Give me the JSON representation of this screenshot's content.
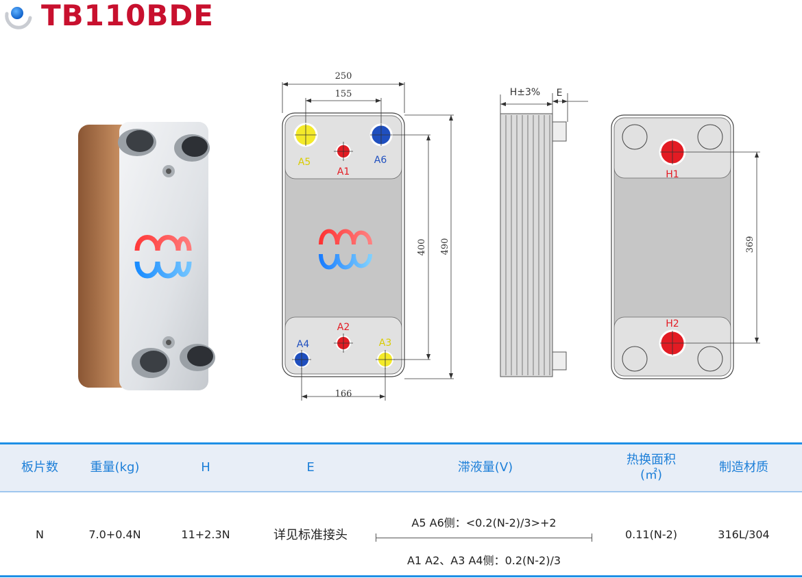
{
  "title": "TB110BDE",
  "drawing": {
    "front": {
      "width_outer": "250",
      "width_inner": "155",
      "width_bottom": "166",
      "height_outer": "490",
      "height_inner": "400",
      "ports": {
        "a1": "A1",
        "a2": "A2",
        "a3": "A3",
        "a4": "A4",
        "a5": "A5",
        "a6": "A6"
      }
    },
    "side": {
      "h_label": "H±3%",
      "e_label": "E"
    },
    "back": {
      "height": "369",
      "ports": {
        "h1": "H1",
        "h2": "H2"
      }
    }
  },
  "table": {
    "headers": {
      "plates": "板片数",
      "weight": "重量(kg)",
      "h": "H",
      "e": "E",
      "volume": "滞液量(V)",
      "area_line1": "热换面积",
      "area_line2": "(㎡)",
      "material": "制造材质"
    },
    "row": {
      "plates": "N",
      "weight": "7.0+0.4N",
      "h": "11+2.3N",
      "e": "详见标准接头",
      "volume_top": "A5 A6侧：<0.2(N-2)/3>+2",
      "volume_bottom": "A1 A2、A3 A4侧：0.2(N-2)/3",
      "area": "0.11(N-2)",
      "material": "316L/304"
    }
  },
  "colors": {
    "title": "#c8102e",
    "header_text": "#1d7fd8",
    "rule": "#1e8fe6",
    "header_bg": "#e8eef7",
    "port_red": "#e31b23",
    "port_blue": "#1f4fbf",
    "port_yellow": "#f4ea2a",
    "plate_gray": "#c6c6c6"
  }
}
